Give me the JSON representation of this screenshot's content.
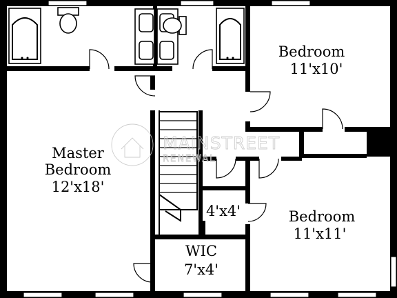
{
  "rooms": {
    "bedroom_top": {
      "name": "Bedroom",
      "size": "11'x10'"
    },
    "master": {
      "name": "Master",
      "name2": "Bedroom",
      "size": "12'x18'"
    },
    "closet": {
      "size": "4'x4'"
    },
    "bedroom_bottom": {
      "name": "Bedroom",
      "size": "11'x11'"
    },
    "wic": {
      "name": "WIC",
      "size": "7'x4'"
    }
  },
  "watermark": {
    "line1": "MAINSTREET",
    "line2": "RENEWAL"
  },
  "colors": {
    "wall": "#000000",
    "background": "#ffffff",
    "watermark": "#c8c8c8"
  }
}
